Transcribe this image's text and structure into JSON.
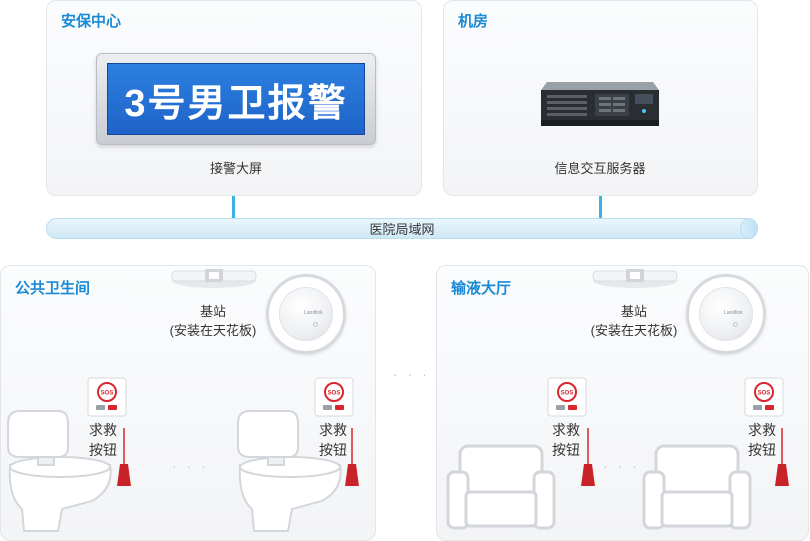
{
  "security_center": {
    "title": "安保中心",
    "screen_text": "3号男卫报警",
    "screen_caption": "接警大屏"
  },
  "server_room": {
    "title": "机房",
    "server_caption": "信息交互服务器"
  },
  "network": {
    "label": "医院局域网"
  },
  "public_toilet": {
    "title": "公共卫生间",
    "base_station_line1": "基站",
    "base_station_line2": "(安装在天花板)",
    "sos_label_line1": "求救",
    "sos_label_line2": "按钮"
  },
  "infusion_hall": {
    "title": "输液大厅",
    "base_station_line1": "基站",
    "base_station_line2": "(安装在天花板)",
    "sos_label_line1": "求救",
    "sos_label_line2": "按钮"
  },
  "icons": {
    "sos_text": "SOS",
    "base_brand": "Landlink"
  },
  "colors": {
    "title_blue": "#1a8ad6",
    "screen_blue": "#1f63c9",
    "bus_line": "#39b3e6",
    "alarm_red": "#d8262e"
  }
}
